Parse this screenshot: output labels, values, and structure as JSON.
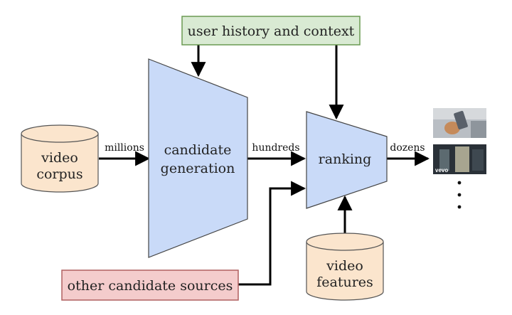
{
  "nodes": {
    "user_history": "user history and context",
    "video_corpus": [
      "video",
      "corpus"
    ],
    "candidate_generation": [
      "candidate",
      "generation"
    ],
    "ranking": "ranking",
    "video_features": [
      "video",
      "features"
    ],
    "other_sources": "other candidate sources"
  },
  "edges": {
    "millions": "millions",
    "hundreds": "hundreds",
    "dozens": "dozens"
  },
  "thumbnail_badge": "vevo",
  "colors": {
    "green_box": "#d9ead3",
    "green_border": "#6a9a52",
    "pink_box": "#f4cccc",
    "pink_border": "#b06060",
    "funnel": "#c9daf8",
    "cylinder": "#fbe5cd",
    "arrow": "#000000"
  }
}
